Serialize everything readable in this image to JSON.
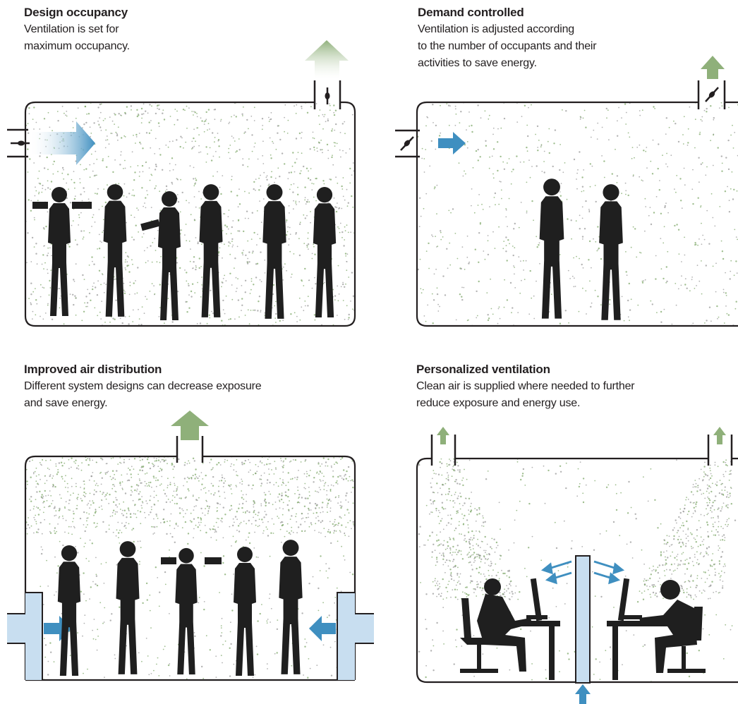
{
  "panels": [
    {
      "id": "design-occupancy",
      "title": "Design occupancy",
      "description_lines": [
        "Ventilation is set for",
        "maximum occupancy."
      ]
    },
    {
      "id": "demand-controlled",
      "title": "Demand controlled",
      "description_lines": [
        "Ventilation is adjusted according",
        "to the number of occupants and their",
        "activities to save energy."
      ]
    },
    {
      "id": "improved-air-distribution",
      "title": "Improved air distribution",
      "description_lines": [
        "Different system designs can decrease exposure",
        "and save energy."
      ]
    },
    {
      "id": "personalized-ventilation",
      "title": "Personalized ventilation",
      "description_lines": [
        "Clean air is supplied where needed to further",
        "reduce exposure and energy use."
      ]
    }
  ],
  "colors": {
    "outline": "#231f20",
    "silhouette": "#1f1f1f",
    "exhaust_green": "#8fb07a",
    "supply_blue": "#3f8fc0",
    "duct_light_blue": "#c8def0",
    "particle_green": "#7fa86a",
    "particle_gray": "#9a9a9a"
  },
  "icons": [
    "exhaust-arrow-icon",
    "supply-arrow-icon",
    "damper-icon",
    "person-silhouette-icon",
    "desk-workstation-icon"
  ]
}
